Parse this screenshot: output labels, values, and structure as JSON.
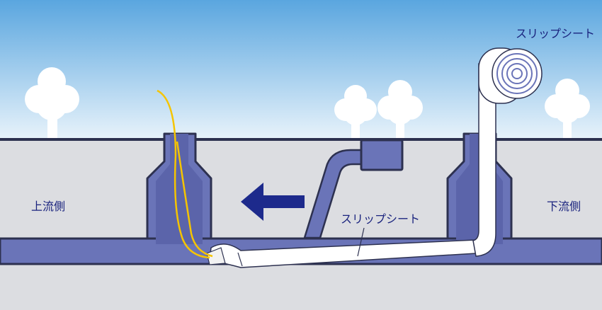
{
  "labels": {
    "upstream": "上流側",
    "downstream": "下流側",
    "slip_sheet_roll": "スリップシート",
    "slip_sheet_pipe": "スリップシート"
  },
  "colors": {
    "sky_top": "#5aa6df",
    "sky_bottom": "#eaf4fb",
    "ground": "#dcdde1",
    "ground_outline": "#2d3150",
    "manhole": "#6a74b8",
    "sheet": "#ffffff",
    "cable": "#f5c400",
    "arrow": "#1d2a8c",
    "text": "#1a237e"
  },
  "icons": {
    "flow_arrow": "arrow-left-icon",
    "tree": "tree-icon",
    "roll": "sheet-roll-icon"
  }
}
